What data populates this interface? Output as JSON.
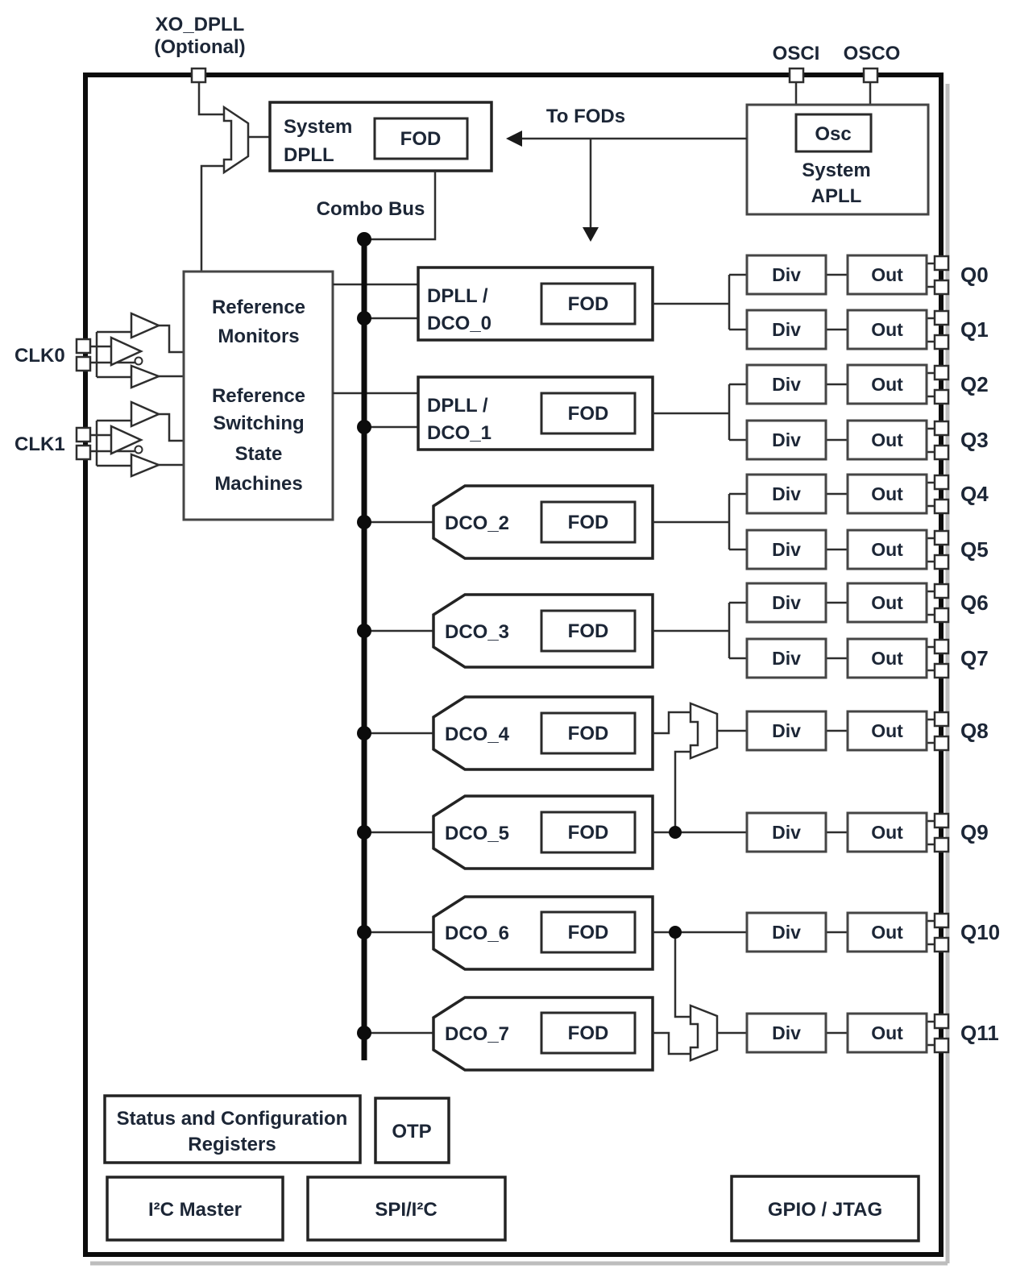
{
  "labels": {
    "fod": "FOD",
    "div": "Div",
    "out": "Out",
    "osc": "Osc",
    "combo_bus": "Combo Bus",
    "to_fods": "To FODs"
  },
  "pins": {
    "xo_dpll": {
      "line1": "XO_DPLL",
      "line2": "(Optional)"
    },
    "osci": "OSCI",
    "osco": "OSCO",
    "clk0": "CLK0",
    "clk1": "CLK1"
  },
  "blocks": {
    "system_dpll": {
      "line1": "System",
      "line2": "DPLL"
    },
    "system_apll": {
      "line1": "System",
      "line2": "APLL"
    },
    "reference": {
      "lines": [
        "Reference",
        "Monitors",
        "Reference",
        "Switching",
        "State",
        "Machines"
      ]
    },
    "status_registers": {
      "line1": "Status and Configuration",
      "line2": "Registers"
    },
    "otp": "OTP",
    "i2c_master": "I²C Master",
    "spi_i2c": "SPI/I²C",
    "gpio_jtag": "GPIO / JTAG"
  },
  "channels": [
    {
      "line1": "DPLL /",
      "line2": "DCO_0"
    },
    {
      "line1": "DPLL /",
      "line2": "DCO_1"
    },
    {
      "line1": "DCO_2"
    },
    {
      "line1": "DCO_3"
    },
    {
      "line1": "DCO_4"
    },
    {
      "line1": "DCO_5"
    },
    {
      "line1": "DCO_6"
    },
    {
      "line1": "DCO_7"
    }
  ],
  "outputs": [
    "Q0",
    "Q1",
    "Q2",
    "Q3",
    "Q4",
    "Q5",
    "Q6",
    "Q7",
    "Q8",
    "Q9",
    "Q10",
    "Q11"
  ],
  "colors": {
    "background": "#ffffff",
    "line": "#2e2e2e",
    "bus": "#0c0c0c",
    "text": "#1c2636",
    "box_border": "#454545"
  }
}
